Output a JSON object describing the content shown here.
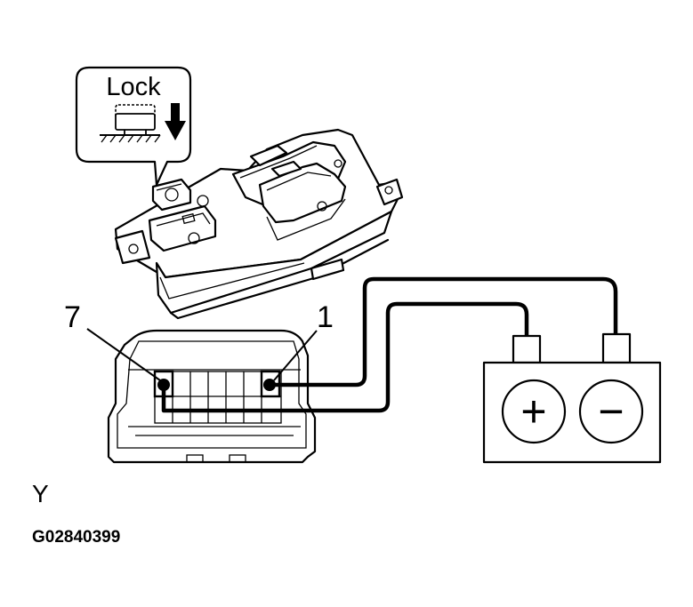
{
  "callout": {
    "label": "Lock"
  },
  "pins": {
    "left": "7",
    "right": "1"
  },
  "battery": {
    "positive_symbol": "+",
    "negative_symbol": "−"
  },
  "footer": {
    "letter": "Y",
    "code": "G02840399"
  }
}
